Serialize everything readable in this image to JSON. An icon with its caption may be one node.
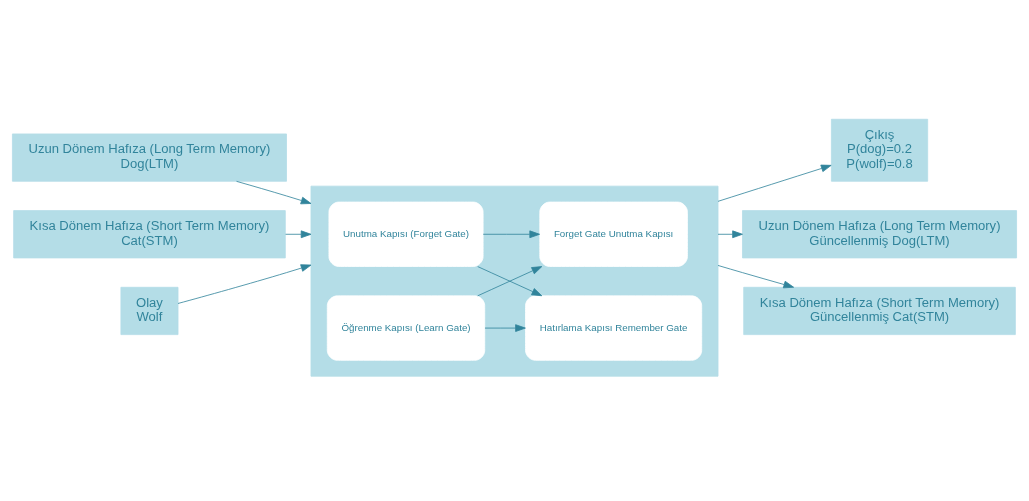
{
  "diagram": {
    "nodes": [
      {
        "text": [
          "Çıkış",
          "P(dog)=0.2",
          "P(wolf)=0.8"
        ]
      },
      {
        "text": [
          "Uzun Dönem Hafıza (Long Term Memory)",
          "Dog(LTM)"
        ]
      },
      {
        "text": [
          "Kısa Dönem Hafıza (Short Term Memory)",
          "Cat(STM)"
        ]
      },
      {
        "text": [],
        "shape": "box"
      },
      {
        "text": [
          "Unutma Kapısı (Forget Gate)"
        ],
        "in": 3
      },
      {
        "text": [
          "Hatırlama Kapısı Remember Gate"
        ],
        "in": 3
      },
      {
        "text": [
          "Öğrenme Kapısı (Learn Gate)"
        ],
        "in": 3
      },
      {
        "text": [
          "Forget Gate Unutma Kapısı"
        ],
        "in": 3
      },
      {
        "text": [
          "Uzun Dönem Hafıza (Long Term Memory)",
          "Güncellenmiş Dog(LTM)"
        ]
      },
      {
        "text": [
          "Kısa Dönem Hafıza (Short Term Memory)",
          "Güncellenmiş Cat(STM)"
        ]
      },
      {
        "text": [
          "Olay",
          "Wolf"
        ]
      }
    ],
    "edges": [
      {
        "from": 1,
        "to": 3,
        "arrow": "to"
      },
      {
        "from": 2,
        "to": 3,
        "arrow": "to"
      },
      {
        "from": 3,
        "to": 0,
        "arrow": "to"
      },
      {
        "from": 10,
        "to": 3,
        "arrow": "to"
      },
      {
        "from": 3,
        "to": 8,
        "arrow": "to"
      },
      {
        "from": 3,
        "to": 9,
        "arrow": "to"
      },
      {
        "from": 4,
        "to": 5,
        "arrow": "to"
      },
      {
        "from": 4,
        "to": 7,
        "arrow": "to"
      },
      {
        "from": 6,
        "to": 5,
        "arrow": "to"
      },
      {
        "from": 6,
        "to": 7,
        "arrow": "to"
      }
    ]
  }
}
